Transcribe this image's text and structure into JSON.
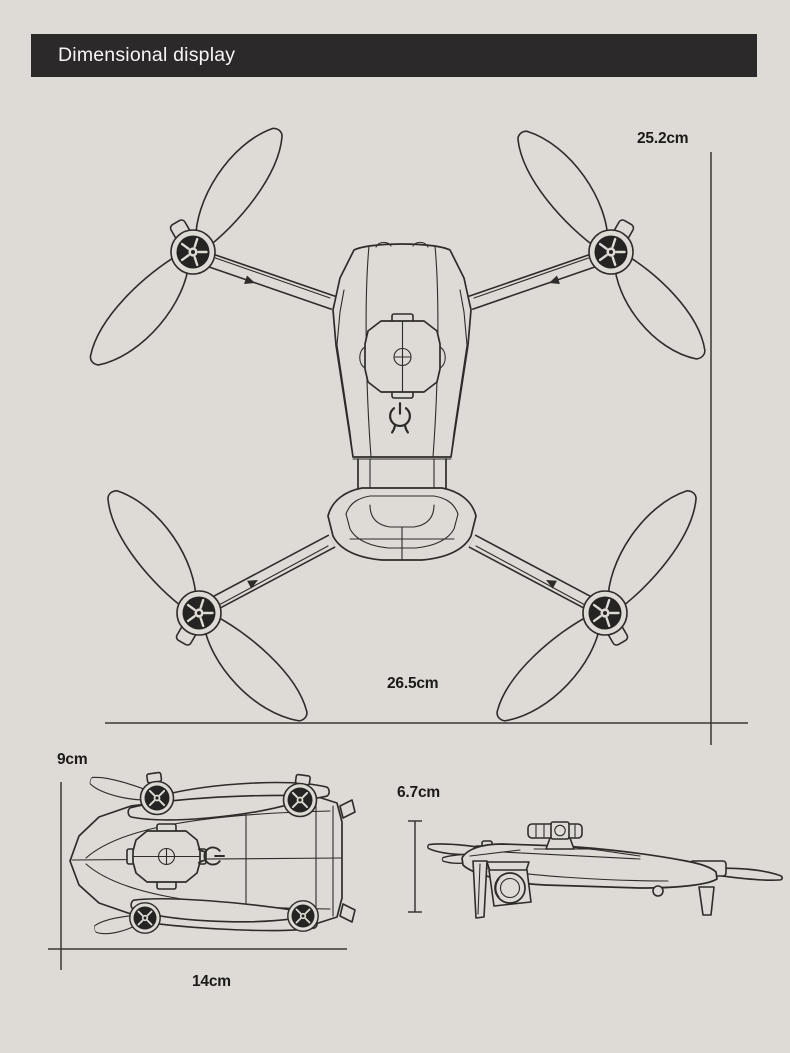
{
  "header": {
    "title": "Dimensional display"
  },
  "dimensions": {
    "unfolded_top_view": {
      "length_label": "25.2cm",
      "width_label": "26.5cm"
    },
    "folded_top_view": {
      "width_label": "9cm",
      "length_label": "14cm"
    },
    "folded_side_view": {
      "height_label": "6.7cm"
    }
  },
  "icons": {
    "power_button_icon": "power-symbol",
    "screw_slot_icon": "slotted-screw",
    "motor_icon": "brushless-motor-rotor"
  },
  "colors": {
    "background": "#dedad5",
    "header_bar": "#2b2929",
    "header_text": "#f7f6f4",
    "line_art": "#2e2c2a",
    "motor_fill": "#262422",
    "label_text": "#1b1a19"
  }
}
